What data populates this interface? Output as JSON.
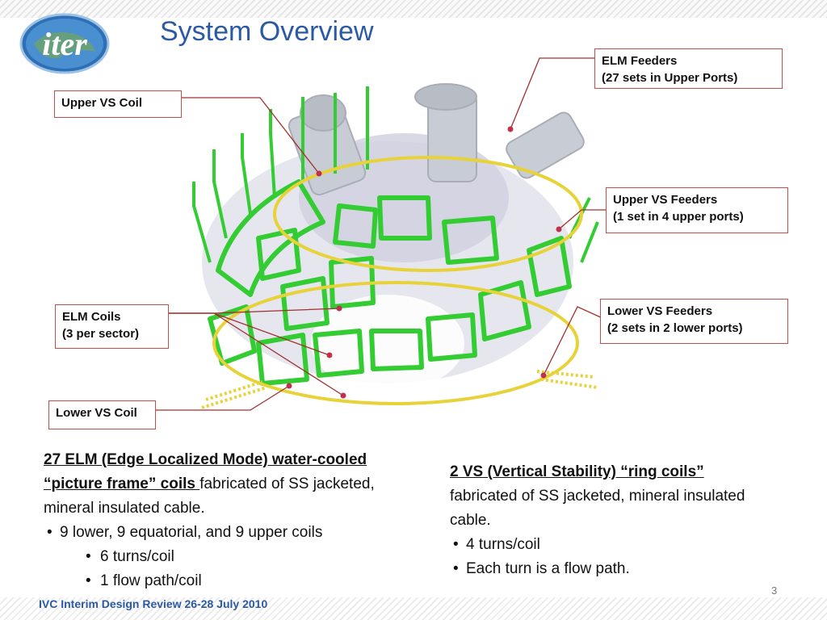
{
  "slide": {
    "title": "System Overview",
    "logo_text": "iter",
    "footer": "IVC Interim Design Review 26-28 July 2010",
    "page_number": "3"
  },
  "callouts": {
    "elm_feeders": [
      "ELM Feeders",
      "(27 sets in Upper Ports)"
    ],
    "upper_vs_coil": [
      "Upper VS Coil"
    ],
    "upper_vs_feeders": [
      "Upper VS Feeders",
      "(1 set in 4 upper ports)"
    ],
    "lower_vs_feeders": [
      "Lower VS Feeders",
      "(2 sets in 2 lower ports)"
    ],
    "elm_coils": [
      "ELM Coils",
      "(3 per sector)"
    ],
    "lower_vs_coil": [
      "Lower VS Coil"
    ]
  },
  "left_text": {
    "heading": "27 ELM (Edge Localized Mode) water-cooled “picture frame”  coils ",
    "body": "fabricated of SS jacketed, mineral insulated cable.",
    "bullet": "9 lower, 9 equatorial, and 9 upper coils",
    "sub_bullets": [
      "6 turns/coil",
      "1 flow path/coil"
    ]
  },
  "right_text": {
    "heading": "2 VS (Vertical Stability) “ring coils”",
    "body": "fabricated of SS jacketed, mineral insulated cable.",
    "bullets": [
      "4 turns/coil",
      "Each turn is a flow path."
    ]
  },
  "colors": {
    "title": "#2a5aa5",
    "callout_border": "#c0504d",
    "coil_green": "#33cc33",
    "vs_coil_yellow": "#e8d23a"
  }
}
